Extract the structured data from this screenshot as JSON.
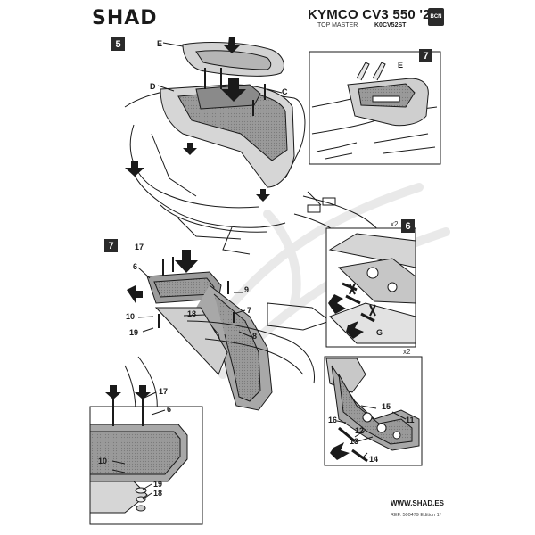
{
  "header": {
    "brand_logo": "SHAD",
    "model_title": "KYMCO CV3 550 '22",
    "product_line": "TOP MASTER",
    "product_code": "K0CV52ST",
    "kit_badge": "BCN"
  },
  "steps": {
    "step_a": "5",
    "step_b_inset": "7",
    "step_c": "7",
    "step_d": "6"
  },
  "callouts": {
    "E_top": "E",
    "D": "D",
    "C": "C",
    "E_inset": "E",
    "x2_top": "x2",
    "x2_bottom": "x2",
    "G": "G",
    "n17a": "17",
    "n6a": "6",
    "n9": "9",
    "n7": "7",
    "n10a": "10",
    "n18a": "18",
    "n19a": "19",
    "n8": "8",
    "n17b": "17",
    "n6b": "6",
    "n10b": "10",
    "n19b": "19",
    "n18b": "18",
    "n15": "15",
    "n16": "16",
    "n12": "12",
    "n11": "11",
    "n13": "13",
    "n14": "14"
  },
  "footer": {
    "url": "WWW.SHAD.ES",
    "ref": "REF. 500479 Edition 1º"
  }
}
